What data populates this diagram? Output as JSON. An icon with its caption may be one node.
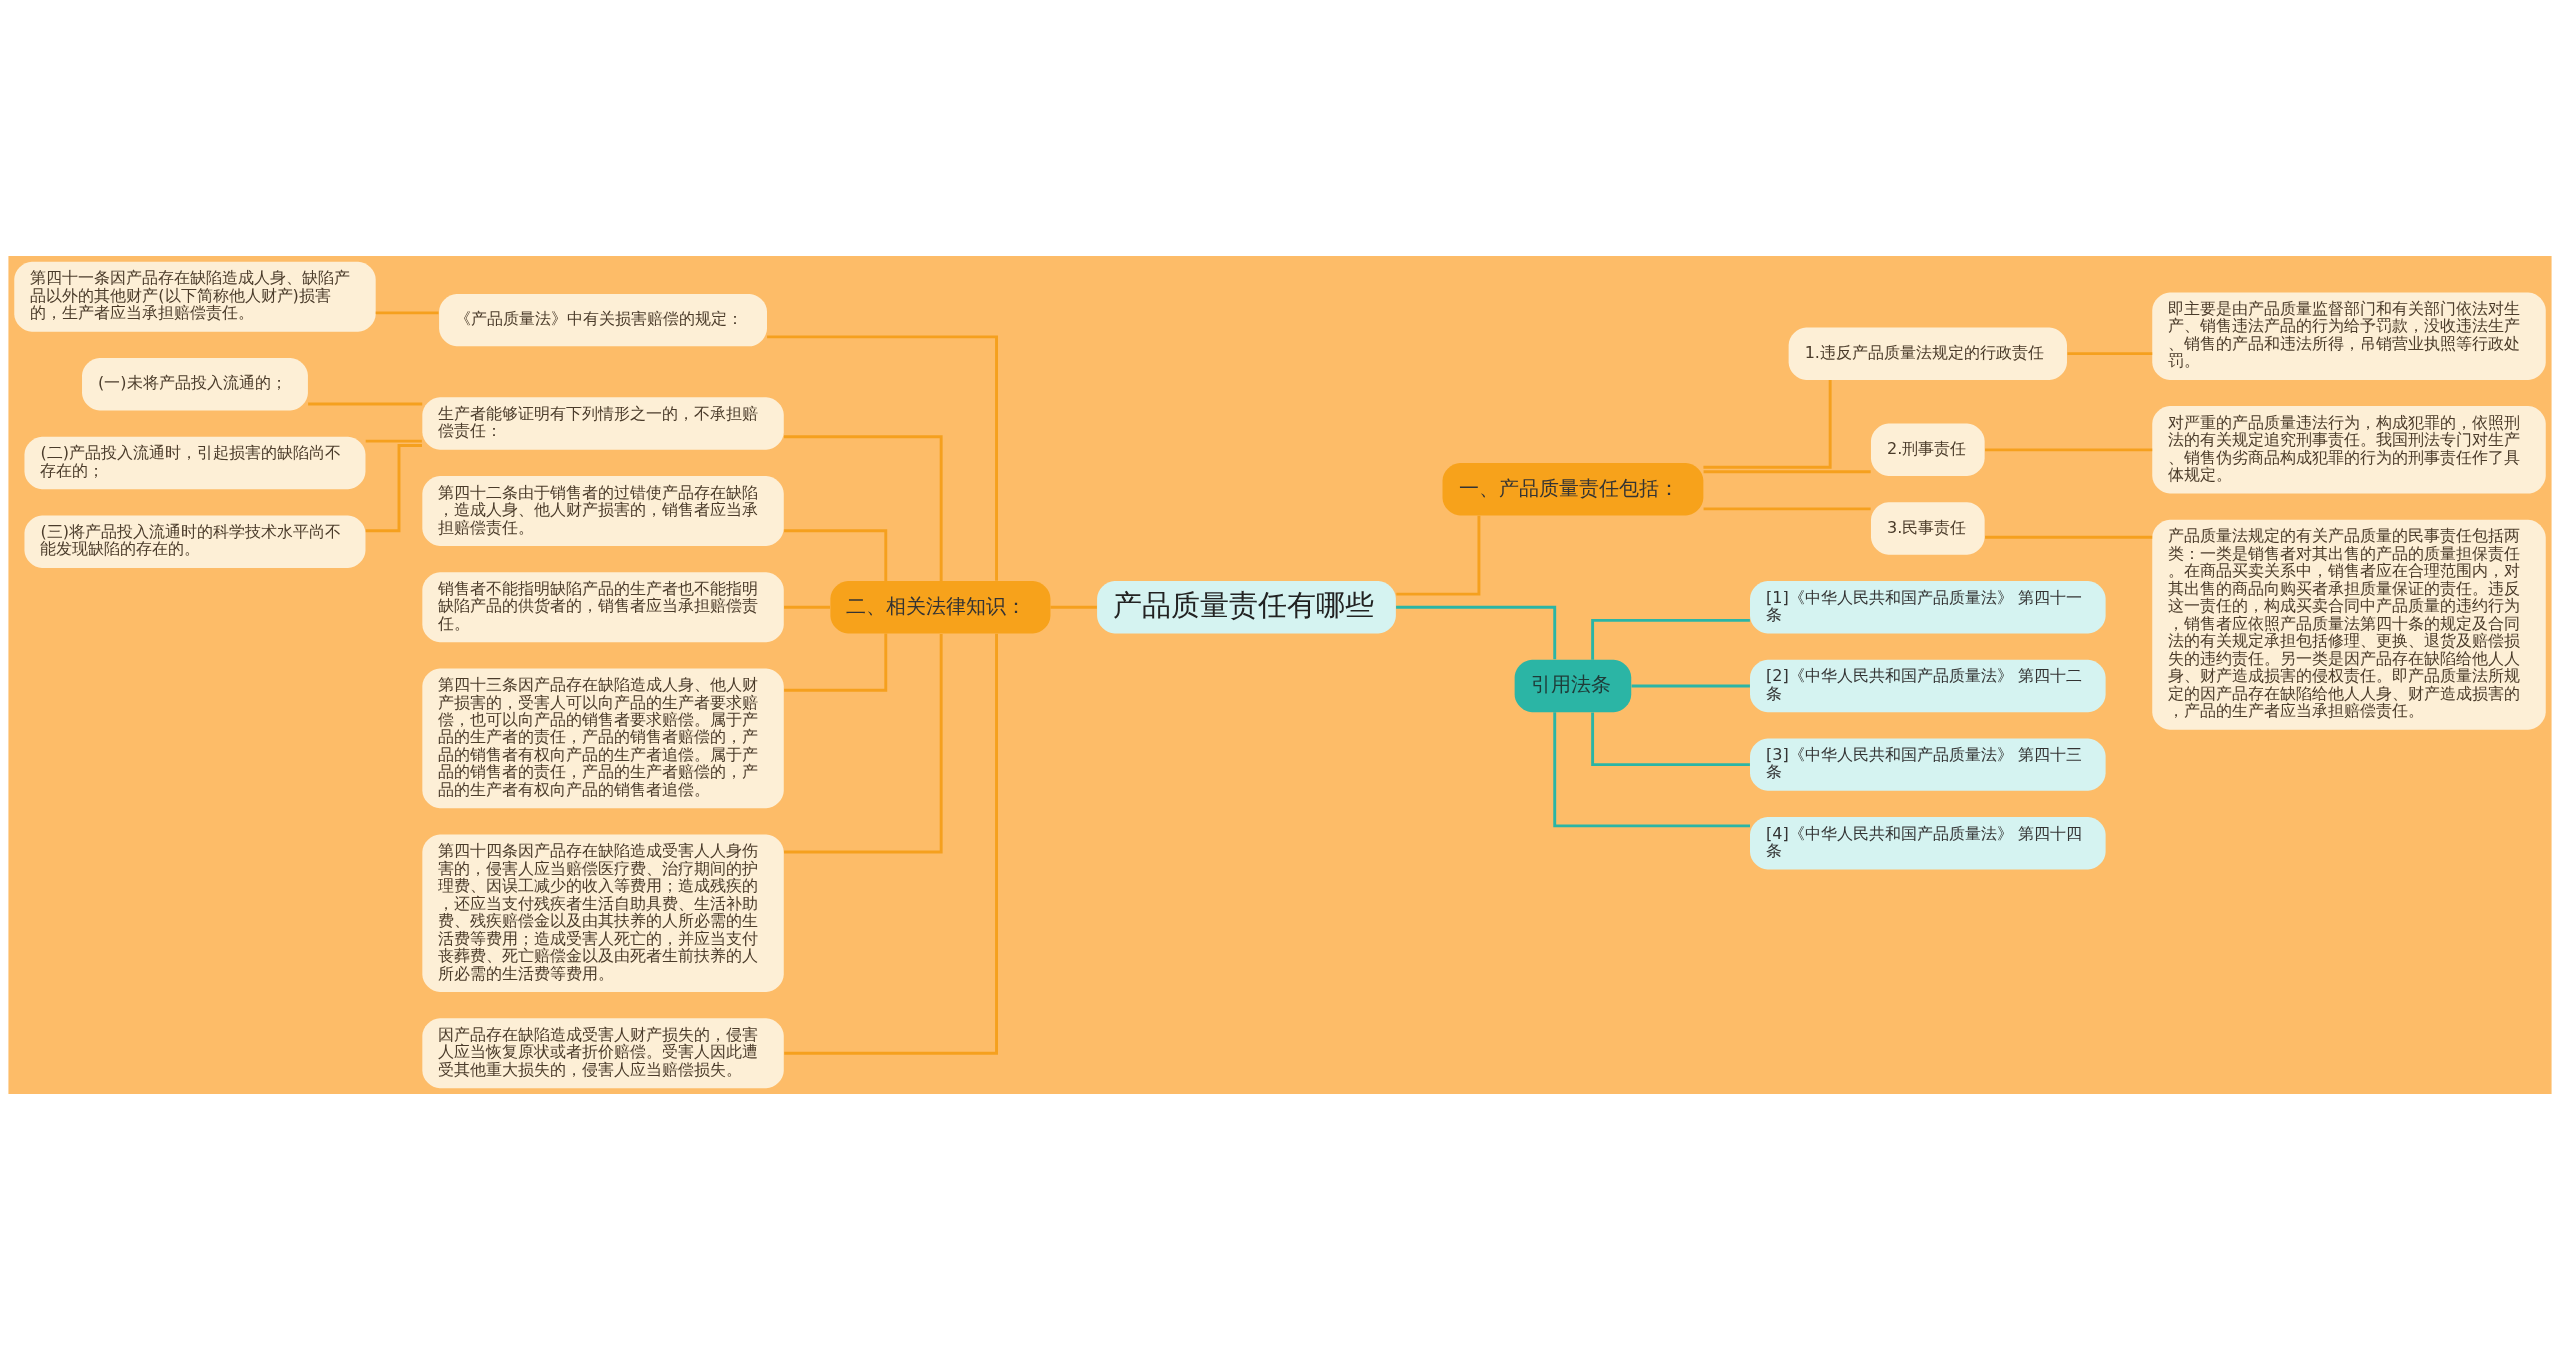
{
  "diagram": {
    "nodes": [
      {
        "text": [
          "产品质量责任有哪些"
        ]
      },
      {
        "text": [
          "二、相关法律知识："
        ]
      },
      {
        "text": [
          "《产品质量法》中有关损害赔偿的规定："
        ]
      },
      {
        "text": [
          "第四十一条因产品存在缺陷造成人身、缺陷产品以外的其他财产(以下简称他人财产)损害的，生产者应当承担赔偿责任。"
        ]
      },
      {
        "text": [
          "生产者能够证明有下列情形之一的，不承担赔偿责任："
        ]
      },
      {
        "text": [
          "(一)未将产品投入流通的；"
        ]
      },
      {
        "text": [
          "(二)产品投入流通时，引起损害的缺陷尚不存在的；"
        ]
      },
      {
        "text": [
          "(三)将产品投入流通时的科学技术水平尚不能发现缺陷的存在的。"
        ]
      },
      {
        "text": [
          "第四十二条由于销售者的过错使产品存在缺陷，造成人身、他人财产损害的，销售者应当承担赔偿责任。"
        ]
      },
      {
        "text": [
          "销售者不能指明缺陷产品的生产者也不能指明缺陷产品的供货者的，销售者应当承担赔偿责任。"
        ]
      },
      {
        "text": [
          "第四十三条因产品存在缺陷造成人身、他人财产损害的，受害人可以向产品的生产者要求赔偿，也可以向产品的销售者要求赔偿。属于产品的生产者的责任，产品的销售者赔偿的，产品的销售者有权向产品的生产者追偿。属于产品的销售者的责任，产品的生产者赔偿的，产品的生产者有权向产品的销售者追偿。"
        ]
      },
      {
        "text": [
          "第四十四条因产品存在缺陷造成受害人人身伤害的，侵害人应当赔偿医疗费、治疗期间的护理费、因误工减少的收入等费用；造成残疾的，还应当支付残疾者生活自助具费、生活补助费、残疾赔偿金以及由其扶养的人所必需的生活费等费用；造成受害人死亡的，并应当支付丧葬费、死亡赔偿金以及由死者生前扶养的人所必需的生活费等费用。"
        ]
      },
      {
        "text": [
          "因产品存在缺陷造成受害人财产损失的，侵害人应当恢复原状或者折价赔偿。受害人因此遭受其他重大损失的，侵害人应当赔偿损失。"
        ]
      },
      {
        "text": [
          "一、产品质量责任包括："
        ]
      },
      {
        "text": [
          "1.违反产品质量法规定的行政责任"
        ]
      },
      {
        "text": [
          "即主要是由产品质量监督部门和有关部门依法对生产、销售违法产品的行为给予罚款，没收违法生产、销售的产品和违法所得，吊销营业执照等行政处罚。"
        ]
      },
      {
        "text": [
          "2.刑事责任"
        ]
      },
      {
        "text": [
          "对严重的产品质量违法行为，构成犯罪的，依照刑法的有关规定追究刑事责任。我国刑法专门对生产、销售伪劣商品构成犯罪的行为的刑事责任作了具体规定。"
        ]
      },
      {
        "text": [
          "3.民事责任"
        ]
      },
      {
        "text": [
          "产品质量法规定的有关产品质量的民事责任包括两类：一类是销售者对其出售的产品的质量担保责任。在商品买卖关系中，销售者应在合理范围内，对其出售的商品向购买者承担质量保证的责任。违反这一责任的，构成买卖合同中产品质量的违约行为，销售者应依照产品质量法第四十条的规定及合同法的有关规定承担包括修理、更换、退货及赔偿损失的违约责任。另一类是因产品存在缺陷给他人人身、财产造成损害的侵权责任。即产品质量法所规定的因产品存在缺陷给他人人身、财产造成损害的，产品的生产者应当承担赔偿责任。"
        ]
      },
      {
        "text": [
          "引用法条"
        ]
      },
      {
        "text": [
          "[1]《中华人民共和国产品质量法》 第四十一条"
        ]
      },
      {
        "text": [
          "[2]《中华人民共和国产品质量法》 第四十二条"
        ]
      },
      {
        "text": [
          "[3]《中华人民共和国产品质量法》 第四十三条"
        ]
      },
      {
        "text": [
          "[4]《中华人民共和国产品质量法》 第四十四条"
        ]
      }
    ],
    "edges": [
      {
        "from": 0,
        "to": 1,
        "arrow": "none"
      },
      {
        "from": 1,
        "to": 2,
        "arrow": "none"
      },
      {
        "from": 2,
        "to": 3,
        "arrow": "none"
      },
      {
        "from": 1,
        "to": 4,
        "arrow": "none"
      },
      {
        "from": 4,
        "to": 5,
        "arrow": "none"
      },
      {
        "from": 4,
        "to": 6,
        "arrow": "none"
      },
      {
        "from": 4,
        "to": 7,
        "arrow": "none"
      },
      {
        "from": 1,
        "to": 8,
        "arrow": "none"
      },
      {
        "from": 1,
        "to": 9,
        "arrow": "none"
      },
      {
        "from": 1,
        "to": 10,
        "arrow": "none"
      },
      {
        "from": 1,
        "to": 11,
        "arrow": "none"
      },
      {
        "from": 1,
        "to": 12,
        "arrow": "none"
      },
      {
        "from": 0,
        "to": 13,
        "arrow": "none"
      },
      {
        "from": 13,
        "to": 14,
        "arrow": "none"
      },
      {
        "from": 14,
        "to": 15,
        "arrow": "none"
      },
      {
        "from": 13,
        "to": 16,
        "arrow": "none"
      },
      {
        "from": 16,
        "to": 17,
        "arrow": "none"
      },
      {
        "from": 13,
        "to": 18,
        "arrow": "none"
      },
      {
        "from": 18,
        "to": 19,
        "arrow": "none"
      },
      {
        "from": 0,
        "to": 20,
        "arrow": "none",
        "color": "#2bb5a5"
      },
      {
        "from": 20,
        "to": 21,
        "arrow": "none",
        "color": "#2bb5a5"
      },
      {
        "from": 20,
        "to": 22,
        "arrow": "none",
        "color": "#2bb5a5"
      },
      {
        "from": 20,
        "to": 23,
        "arrow": "none",
        "color": "#2bb5a5"
      },
      {
        "from": 20,
        "to": 24,
        "arrow": "none",
        "color": "#2bb5a5"
      }
    ]
  }
}
